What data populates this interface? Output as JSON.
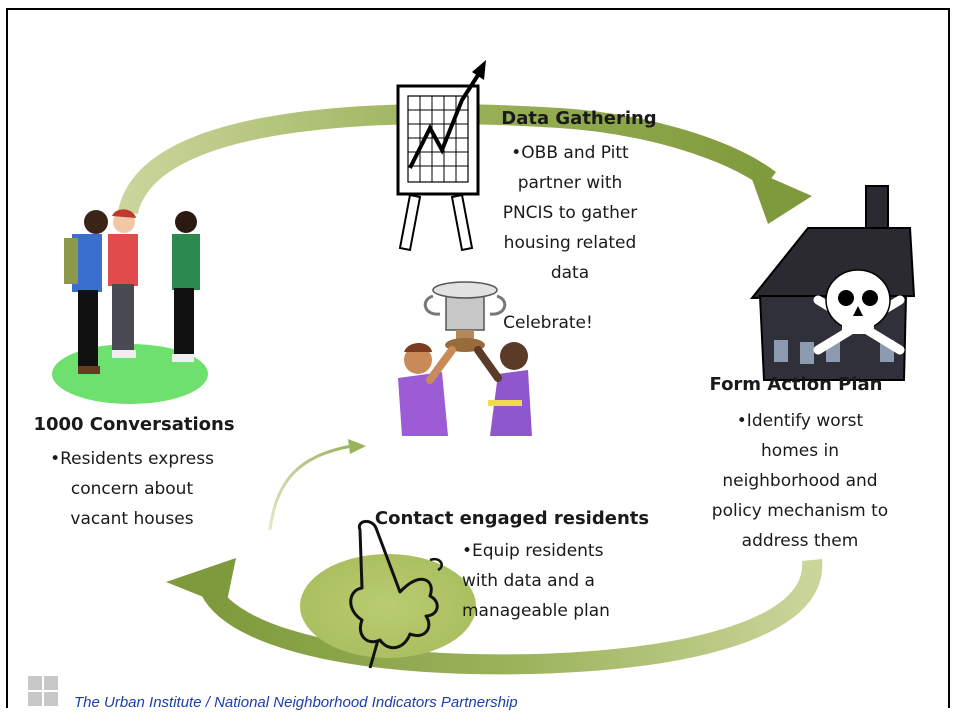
{
  "steps": {
    "data_gathering": {
      "title": "Data Gathering",
      "lines": [
        "•OBB and Pitt",
        "partner with",
        "PNCIS to gather",
        "housing related",
        "data"
      ]
    },
    "celebrate": {
      "title": "Celebrate!"
    },
    "form_action_plan": {
      "title": "Form Action Plan",
      "lines": [
        "•Identify worst",
        "homes in",
        "neighborhood and",
        "policy mechanism to",
        "address them"
      ]
    },
    "contact_residents": {
      "title": "Contact engaged residents",
      "lines": [
        "•Equip residents",
        "with data and a",
        "manageable plan"
      ]
    },
    "conversations": {
      "title": "1000 Conversations",
      "lines": [
        "•Residents express",
        "concern about",
        "vacant houses"
      ]
    }
  },
  "footer": {
    "text": "The Urban Institute / National Neighborhood Indicators Partnership"
  },
  "colors": {
    "arrow": "#7f9a3c",
    "arrow_light": "#c4d08e",
    "grass": "#6ee06e",
    "blob": "#b5c96b",
    "footer_text": "#1f3ea6"
  },
  "icons": [
    "chart-easel-icon",
    "haunted-house-skull-icon",
    "people-talking-icon",
    "trophy-celebration-icon",
    "hand-finger-icon",
    "logo-icon"
  ]
}
